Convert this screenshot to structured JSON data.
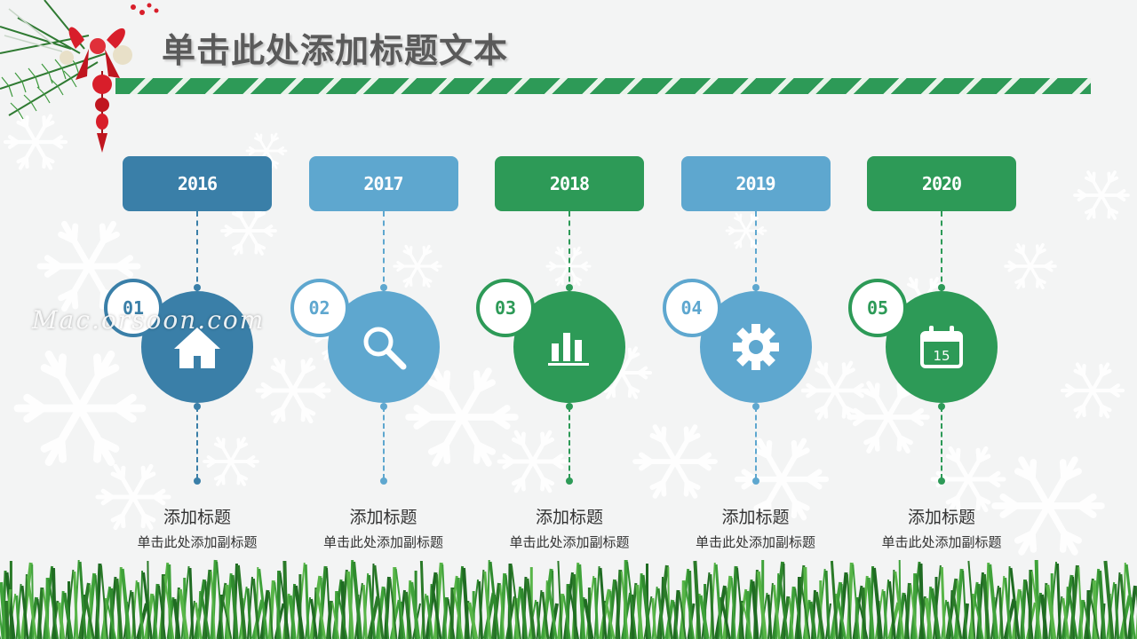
{
  "title": "单击此处添加标题文本",
  "watermark": "Mac.orsoon.com",
  "colors": {
    "dark_blue": "#3a7fa8",
    "light_blue": "#5ea7cf",
    "green": "#2d9a57"
  },
  "items": [
    {
      "year": "2016",
      "num": "01",
      "icon": "home-icon",
      "label": "添加标题",
      "sub": "单击此处添加副标题",
      "color": "#3a7fa8"
    },
    {
      "year": "2017",
      "num": "02",
      "icon": "search-icon",
      "label": "添加标题",
      "sub": "单击此处添加副标题",
      "color": "#5ea7cf"
    },
    {
      "year": "2018",
      "num": "03",
      "icon": "bar-chart-icon",
      "label": "添加标题",
      "sub": "单击此处添加副标题",
      "color": "#2d9a57"
    },
    {
      "year": "2019",
      "num": "04",
      "icon": "gear-icon",
      "label": "添加标题",
      "sub": "单击此处添加副标题",
      "color": "#5ea7cf"
    },
    {
      "year": "2020",
      "num": "05",
      "icon": "calendar-icon",
      "label": "添加标题",
      "sub": "单击此处添加副标题",
      "color": "#2d9a57",
      "calendar_day": "15"
    }
  ]
}
